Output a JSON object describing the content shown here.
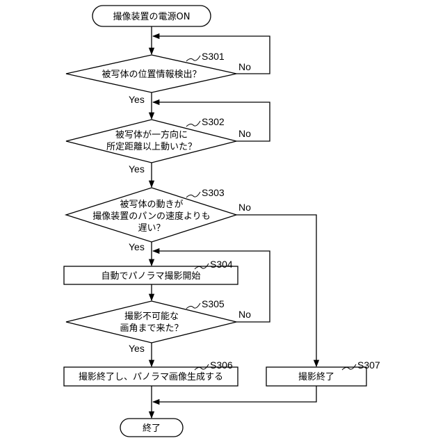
{
  "nodes": {
    "start": "撮像装置の電源ON",
    "s301": "被写体の位置情報検出？",
    "s302": [
      "被写体が一方向に",
      "所定距離以上動いた？"
    ],
    "s303": [
      "被写体の動きが",
      "撮像装置のパンの速度よりも",
      "遅い？"
    ],
    "s304": "自動でパノラマ撮影開始",
    "s305": [
      "撮影不可能な",
      "画角まで来た？"
    ],
    "s306": "撮影終了し、パノラマ画像生成する",
    "s307": "撮影終了",
    "end": "終了"
  },
  "step_labels": {
    "s301": "S301",
    "s302": "S302",
    "s303": "S303",
    "s304": "S304",
    "s305": "S305",
    "s306": "S306",
    "s307": "S307"
  },
  "branch_labels": {
    "s301_no": "No",
    "s301_yes": "Yes",
    "s302_no": "No",
    "s302_yes": "Yes",
    "s303_no": "No",
    "s303_yes": "Yes",
    "s305_no": "No",
    "s305_yes": "Yes"
  },
  "colors": {
    "line": "#000000",
    "background": "#ffffff"
  }
}
